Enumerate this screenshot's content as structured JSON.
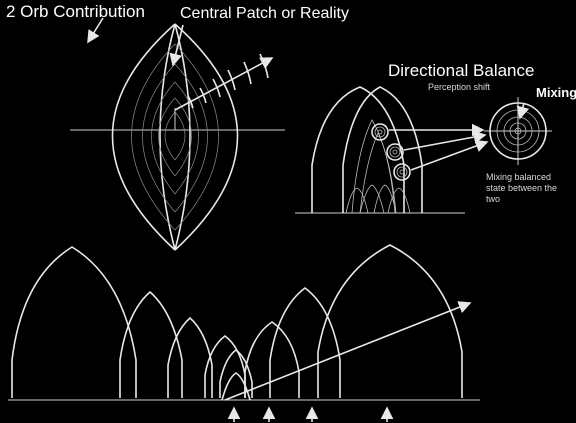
{
  "labels": {
    "orb_contribution": "2 Orb Contribution",
    "central_patch": "Central Patch or Reality",
    "directional_balance": "Directional Balance",
    "perception_shift": "Perception shift",
    "mixing": "Mixing",
    "mixing_balanced": "Mixing balanced state between the two"
  }
}
